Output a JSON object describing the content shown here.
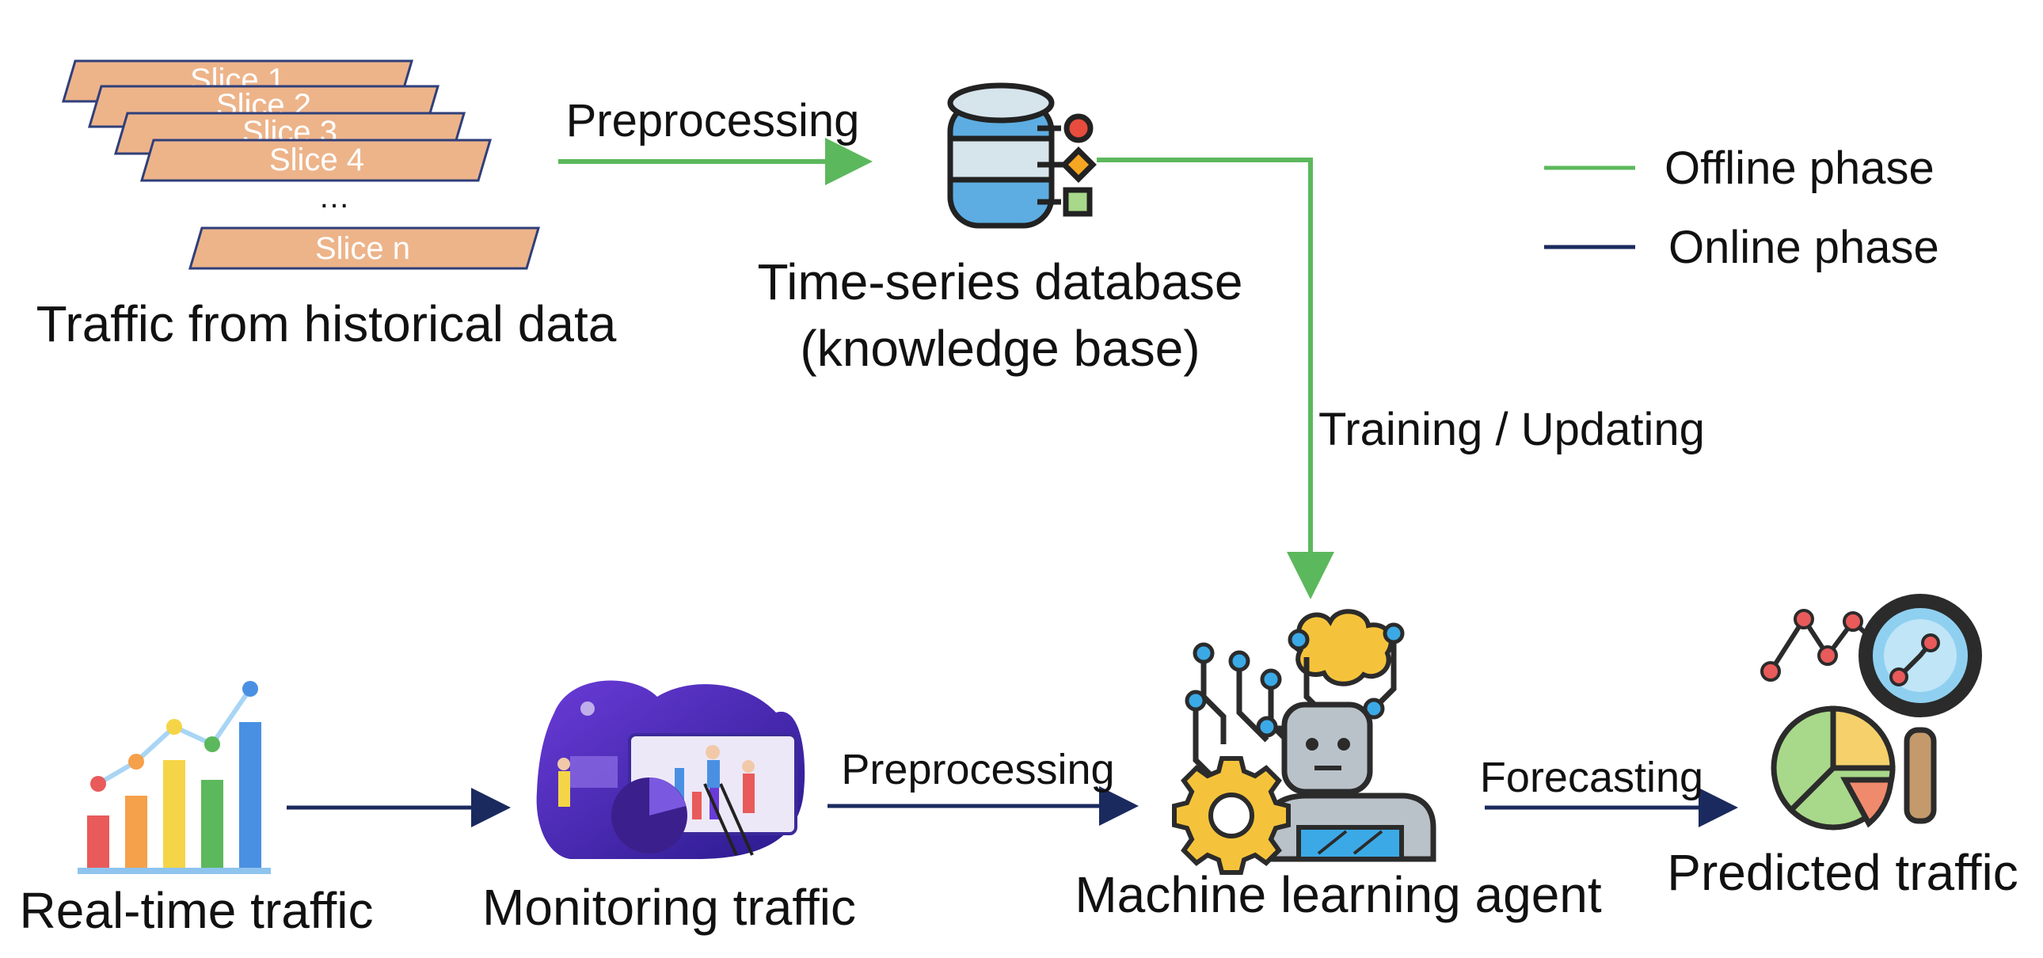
{
  "slices": {
    "labels": [
      "Slice 1",
      "Slice 2",
      "Slice 3",
      "Slice 4"
    ],
    "ellipsis": "…",
    "last": "Slice n",
    "caption": "Traffic from historical data"
  },
  "offline": {
    "preprocessing_label": "Preprocessing",
    "database_title": "Time-series database",
    "database_subtitle": "(knowledge base)",
    "training_label": "Training / Updating"
  },
  "legend": {
    "offline": "Offline phase",
    "online": "Online phase",
    "offline_color": "#5CB85C",
    "online_color": "#1B2A5E"
  },
  "online": {
    "realtime_label": "Real-time traffic",
    "monitoring_label": "Monitoring traffic",
    "preprocessing_label": "Preprocessing",
    "agent_label": "Machine learning agent",
    "forecasting_label": "Forecasting",
    "predicted_label": "Predicted traffic"
  },
  "icons": [
    "database-icon",
    "bar-chart-icon",
    "monitoring-illustration",
    "ml-agent-icon",
    "predicted-traffic-icon"
  ]
}
